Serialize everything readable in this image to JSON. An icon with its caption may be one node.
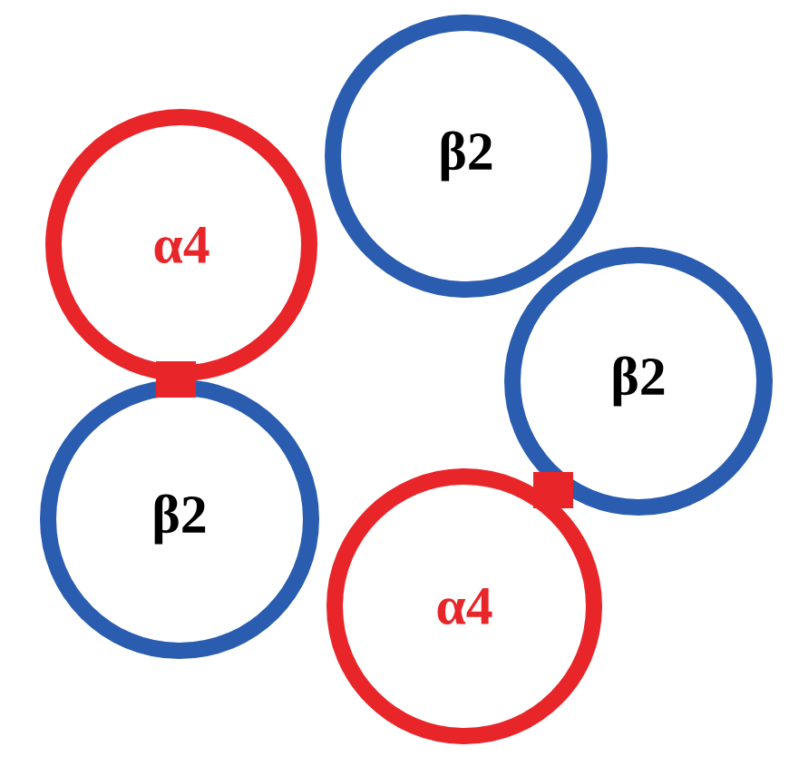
{
  "diagram": {
    "nodes": [
      {
        "text": [
          "α4"
        ]
      },
      {
        "text": [
          "β2"
        ]
      },
      {
        "text": [
          "β2"
        ]
      },
      {
        "text": [
          "β2"
        ]
      },
      {
        "text": [
          "α4"
        ]
      }
    ],
    "edges": []
  }
}
